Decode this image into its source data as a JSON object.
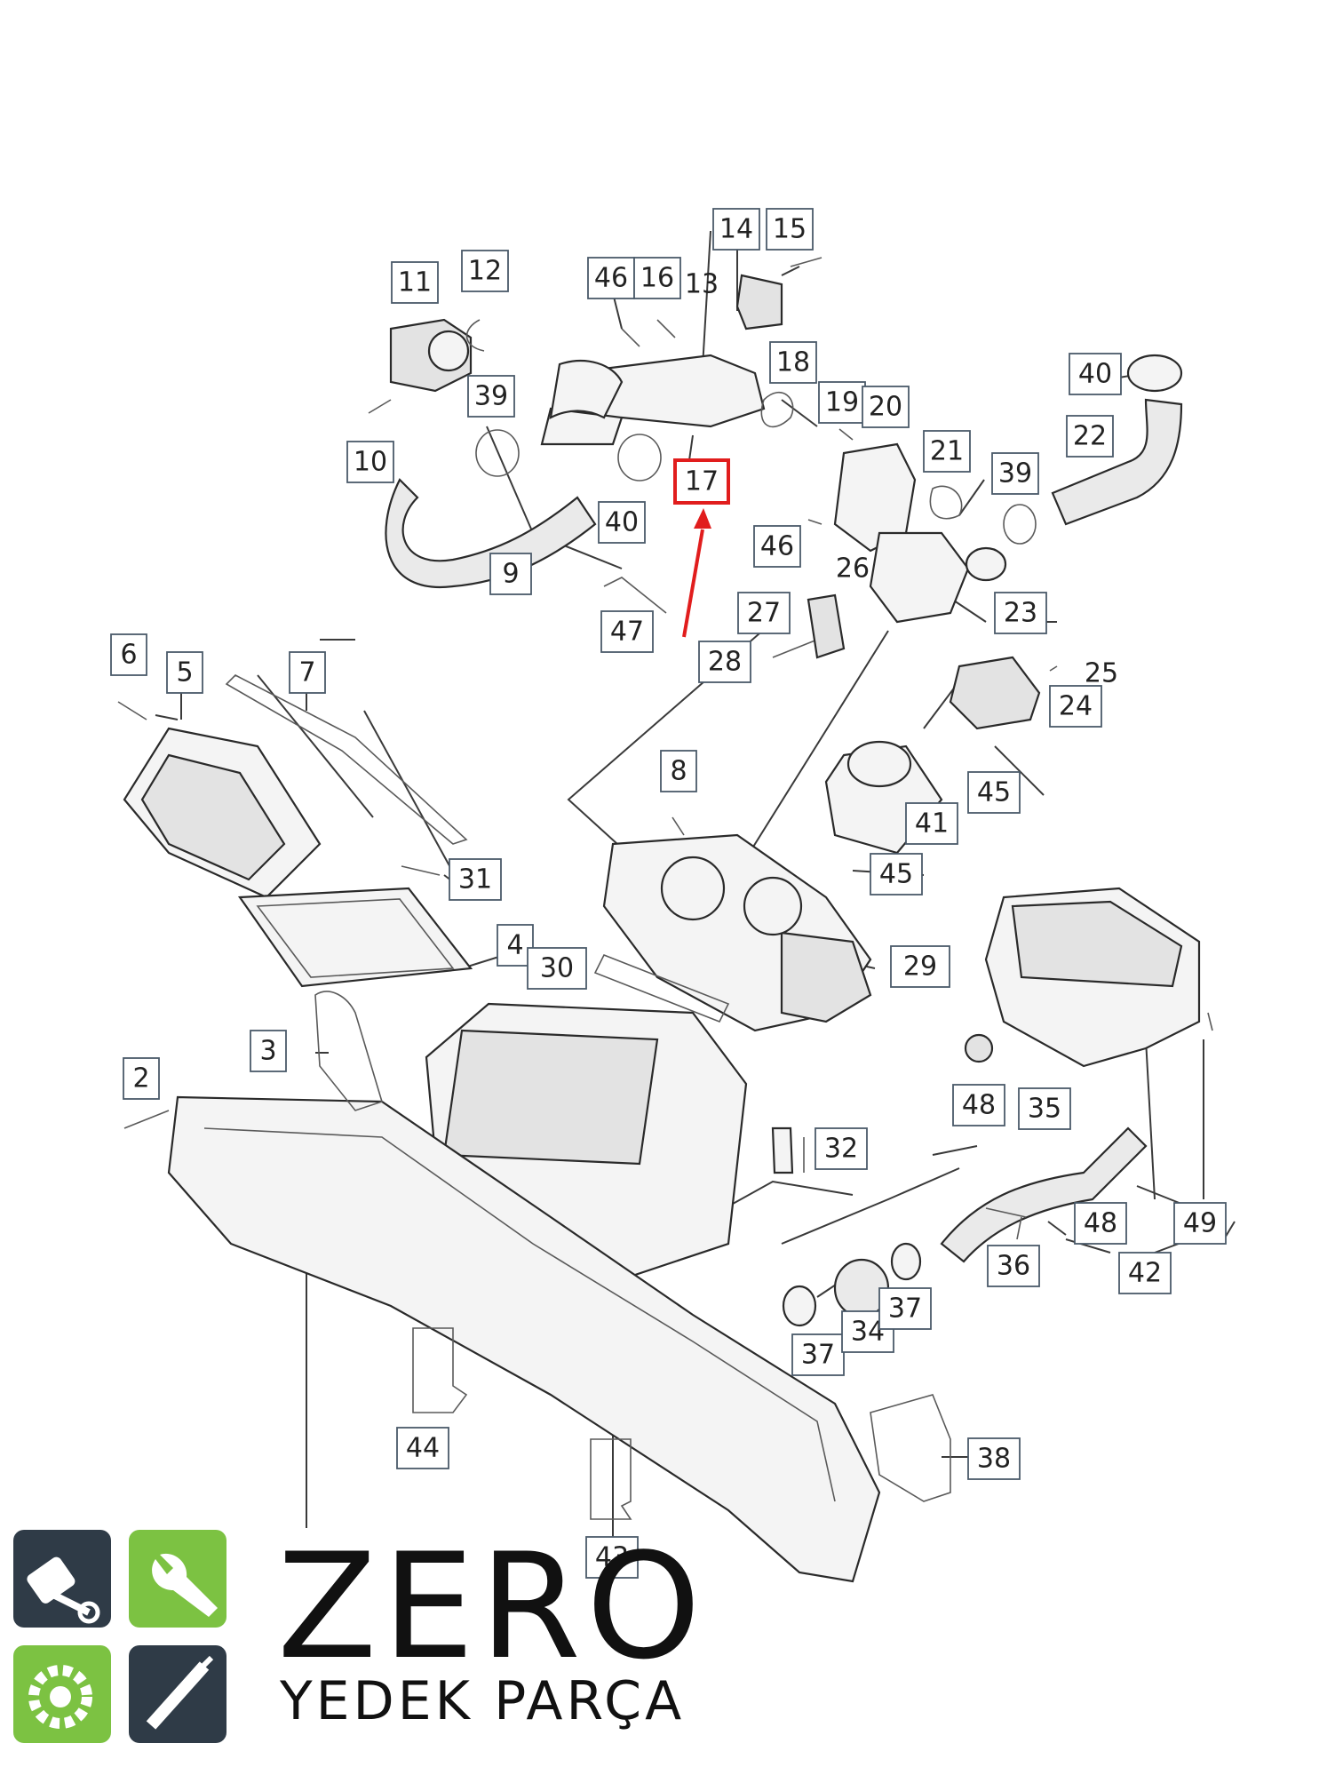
{
  "colors": {
    "highlight": "#e11d1d",
    "logo_dark": "#2f3b47",
    "logo_green": "#7cc242",
    "text": "#111111"
  },
  "highlight": {
    "label": "17"
  },
  "callouts": {
    "c1": "11",
    "c2": "12",
    "c3": "46",
    "c4": "16",
    "c5": "14",
    "c6": "15",
    "c7": "39",
    "c8": "10",
    "c9": "40",
    "c10": "9",
    "c11": "18",
    "c12": "19",
    "c13": "20",
    "c14": "21",
    "c15": "40",
    "c16": "22",
    "c17": "39",
    "c18": "46",
    "c19": "47",
    "c20": "27",
    "c21": "28",
    "c22": "23",
    "c23": "24",
    "c24": "6",
    "c25": "5",
    "c26": "7",
    "c27": "8",
    "c28": "45",
    "c29": "41",
    "c30": "45",
    "c31": "31",
    "c32": "4",
    "c33": "30",
    "c34": "29",
    "c35": "3",
    "c36": "2",
    "c37": "48",
    "c38": "35",
    "c39": "32",
    "c40": "48",
    "c41": "49",
    "c42": "42",
    "c43": "36",
    "c44": "37",
    "c45": "34",
    "c46": "37",
    "c47": "44",
    "c48": "38",
    "c49": "43"
  },
  "free_labels": {
    "f1": "13",
    "f2": "26",
    "f3": "25"
  },
  "logo": {
    "title": "ZERO",
    "subtitle": "YEDEK PARÇA",
    "icons": [
      "piston-icon",
      "wrench-icon",
      "gear-icon",
      "spark-plug-icon"
    ]
  }
}
